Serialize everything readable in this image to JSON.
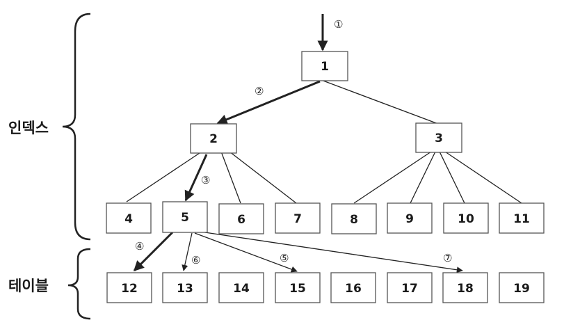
{
  "side_labels": {
    "index": "인덱스",
    "table": "테이블"
  },
  "nodes": {
    "n1": "1",
    "n2": "2",
    "n3": "3",
    "n4": "4",
    "n5": "5",
    "n6": "6",
    "n7": "7",
    "n8": "8",
    "n9": "9",
    "n10": "10",
    "n11": "11",
    "n12": "12",
    "n13": "13",
    "n14": "14",
    "n15": "15",
    "n16": "16",
    "n17": "17",
    "n18": "18",
    "n19": "19"
  },
  "steps": {
    "s1": "①",
    "s2": "②",
    "s3": "③",
    "s4": "④",
    "s5": "⑤",
    "s6": "⑥",
    "s7": "⑦"
  },
  "colors": {
    "line": "#222222",
    "box_border": "#555555",
    "box_fill": "#ffffff"
  }
}
